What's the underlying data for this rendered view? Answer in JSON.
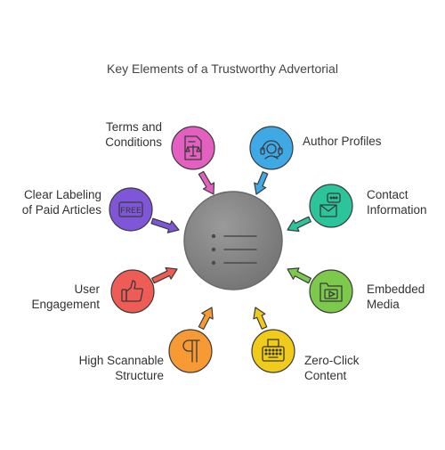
{
  "title": "Key Elements of a Trustworthy Advertorial",
  "center_icon": "list-icon",
  "elements": [
    {
      "label": "Terms and\nConditions",
      "color": "#e35fc0",
      "icon": "scales-document-icon"
    },
    {
      "label": "Author Profiles",
      "color": "#3fa9e6",
      "icon": "headset-person-icon"
    },
    {
      "label": "Contact\nInformation",
      "color": "#2cc49b",
      "icon": "envelope-chat-icon"
    },
    {
      "label": "Embedded\nMedia",
      "color": "#7cc94c",
      "icon": "media-folder-icon"
    },
    {
      "label": "Zero-Click\nContent",
      "color": "#f0cb1c",
      "icon": "typewriter-icon"
    },
    {
      "label": "High Scannable\nStructure",
      "color": "#f79a33",
      "icon": "pilcrow-icon"
    },
    {
      "label": "User\nEngagement",
      "color": "#ee5c55",
      "icon": "thumbs-up-icon"
    },
    {
      "label": "Clear Labeling\nof Paid Articles",
      "color": "#7f56d8",
      "icon": "free-tag-icon"
    }
  ],
  "colors": {
    "center": "#8a8a8a",
    "center_dark": "#6e6e6e",
    "icon_stroke": "#3a3a3a"
  },
  "icon_text": {
    "free_tag": "FREE"
  }
}
